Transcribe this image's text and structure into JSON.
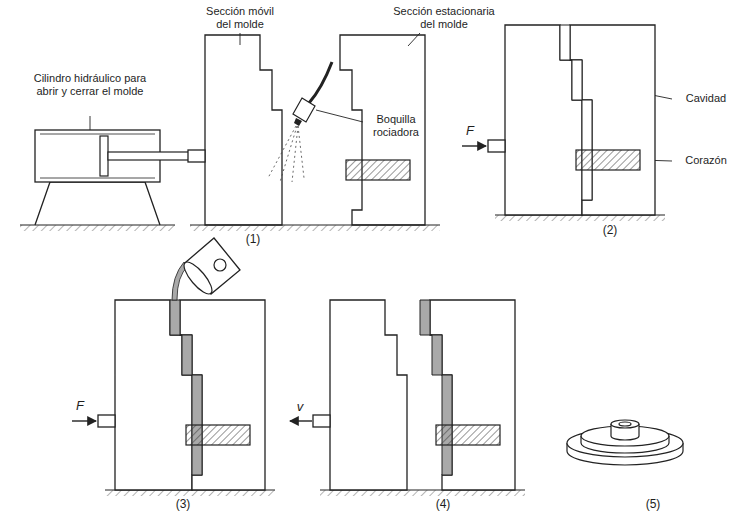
{
  "diagram": {
    "labels": [
      "Cilindro hidráulico para abrir y cerrar el molde",
      "Sección móvil del molde",
      "Sección estacionaria del molde",
      "Boquilla rociadora",
      "(1)",
      "Cavidad",
      "Corazón",
      "F",
      "(2)",
      "F",
      "(3)",
      "v",
      "(4)",
      "(5)"
    ]
  }
}
